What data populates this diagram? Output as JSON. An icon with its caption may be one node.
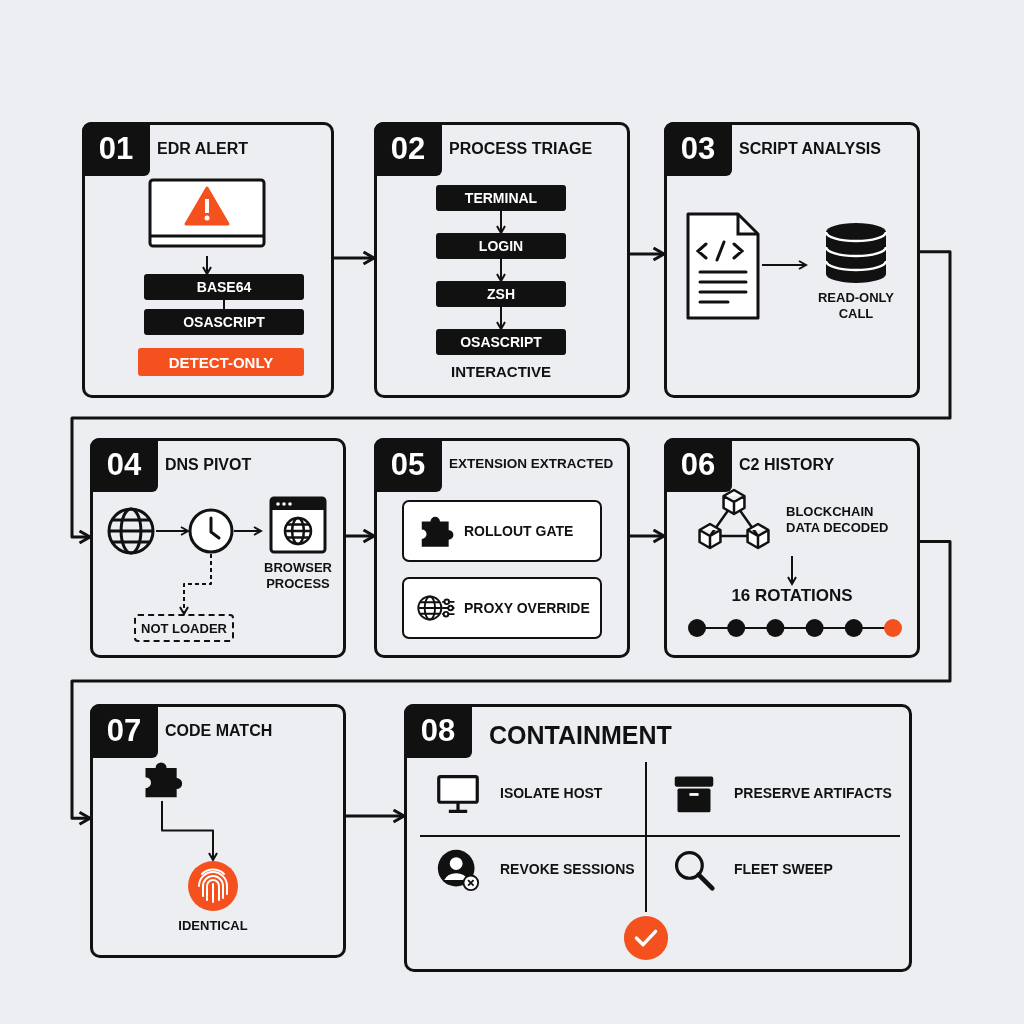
{
  "diagram": {
    "nodes": [
      {
        "text": [
          "01",
          "EDR ALERT"
        ]
      },
      {
        "text": [],
        "shape": "monitor",
        "in": 0
      },
      {
        "text": [
          "BASE64"
        ],
        "in": 0
      },
      {
        "text": [
          "OSASCRIPT"
        ],
        "in": 0
      },
      {
        "text": [
          "DETECT-ONLY"
        ],
        "in": 0
      },
      {
        "text": [
          "02",
          "PROCESS TRIAGE"
        ]
      },
      {
        "text": [
          "TERMINAL"
        ],
        "in": 5
      },
      {
        "text": [
          "LOGIN"
        ],
        "in": 5
      },
      {
        "text": [
          "ZSH"
        ],
        "in": 5
      },
      {
        "text": [
          "OSASCRIPT"
        ],
        "in": 5,
        "beside": [
          "INTERACTIVE"
        ]
      },
      {
        "text": [
          "03",
          "SCRIPT ANALYSIS"
        ]
      },
      {
        "text": [],
        "shape": "document",
        "in": 10
      },
      {
        "text": [
          "READ-ONLY CALL"
        ],
        "in": 10
      },
      {
        "text": [
          "04",
          "DNS PIVOT"
        ]
      },
      {
        "text": [],
        "shape": "globe",
        "in": 13
      },
      {
        "text": [],
        "shape": "clock",
        "in": 13
      },
      {
        "text": [
          "BROWSER PROCESS"
        ],
        "in": 13
      },
      {
        "text": [
          "NOT LOADER"
        ],
        "in": 13
      },
      {
        "text": [
          "05",
          "EXTENSION EXTRACTED"
        ]
      },
      {
        "text": [
          "ROLLOUT GATE"
        ],
        "in": 18
      },
      {
        "text": [
          "PROXY OVERRIDE"
        ],
        "in": 18
      },
      {
        "text": [
          "06",
          "C2 HISTORY"
        ]
      },
      {
        "text": [
          "BLOCKCHAIN DATA DECODED"
        ],
        "in": 21
      },
      {
        "text": [
          "16 ROTATIONS"
        ],
        "in": 21
      },
      {
        "text": [
          "07",
          "CODE MATCH"
        ]
      },
      {
        "text": [],
        "shape": "puzzle",
        "in": 24
      },
      {
        "text": [
          "IDENTICAL"
        ],
        "in": 24
      },
      {
        "text": [
          "08",
          "CONTAINMENT"
        ]
      }
    ],
    "edges": [
      {
        "from": 0,
        "to": 5,
        "arrow": "to"
      },
      {
        "from": 5,
        "to": 10,
        "arrow": "to"
      },
      {
        "from": 10,
        "to": 13,
        "arrow": "to"
      },
      {
        "from": 13,
        "to": 18,
        "arrow": "to"
      },
      {
        "from": 18,
        "to": 21,
        "arrow": "to"
      },
      {
        "from": 21,
        "to": 24,
        "arrow": "to"
      },
      {
        "from": 24,
        "to": 27,
        "arrow": "to"
      },
      {
        "from": 1,
        "to": 2,
        "arrow": "to"
      },
      {
        "from": 2,
        "to": 3,
        "arrow": "none"
      },
      {
        "from": 6,
        "to": 7,
        "arrow": "to"
      },
      {
        "from": 7,
        "to": 8,
        "arrow": "to"
      },
      {
        "from": 8,
        "to": 9,
        "arrow": "to"
      },
      {
        "from": 11,
        "to": 12,
        "arrow": "to"
      },
      {
        "from": 14,
        "to": 15,
        "arrow": "to"
      },
      {
        "from": 15,
        "to": 16,
        "arrow": "to"
      },
      {
        "from": 15,
        "to": 17,
        "arrow": "to",
        "style": "dashed"
      },
      {
        "from": 22,
        "to": 23,
        "arrow": "to"
      },
      {
        "from": 25,
        "to": 26,
        "arrow": "to"
      }
    ],
    "labels": [
      "ISOLATE HOST",
      "PRESERVE ARTIFACTS",
      "REVOKE SESSIONS",
      "FLEET SWEEP"
    ]
  }
}
